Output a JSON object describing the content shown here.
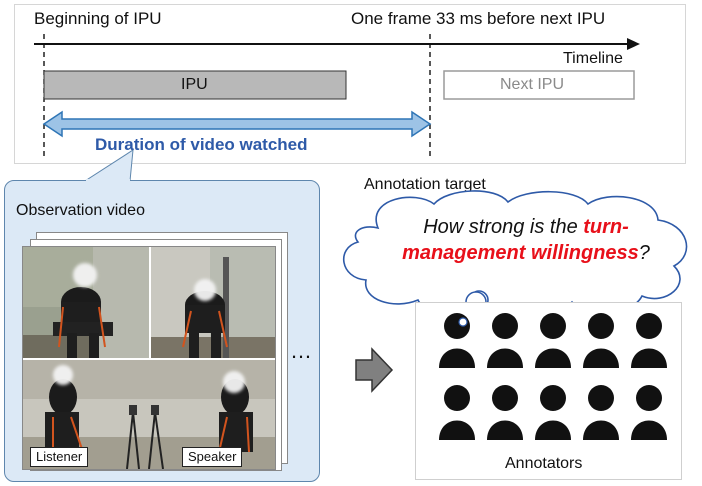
{
  "timeline": {
    "start_label": "Beginning of IPU",
    "end_label": "One frame 33 ms before next IPU",
    "axis_label": "Timeline",
    "ipu_label": "IPU",
    "next_ipu_label": "Next IPU",
    "duration_label": "Duration of video watched"
  },
  "observation": {
    "title": "Observation video",
    "listener_label": "Listener",
    "speaker_label": "Speaker",
    "ellipsis": "…"
  },
  "annotation": {
    "target_label": "Annotation target",
    "question_part1": "How strong is the ",
    "question_highlight_1": "turn-",
    "question_highlight_2": "management willingness",
    "question_end": "?",
    "annotators_label": "Annotators",
    "annotator_count": 10
  },
  "colors": {
    "accent_blue": "#2e5aa8",
    "arrow_blue": "#2e75b6",
    "arrow_blue_fill": "#9dc3e6",
    "highlight_red": "#e8101a",
    "panel_bg": "#dce9f6"
  }
}
